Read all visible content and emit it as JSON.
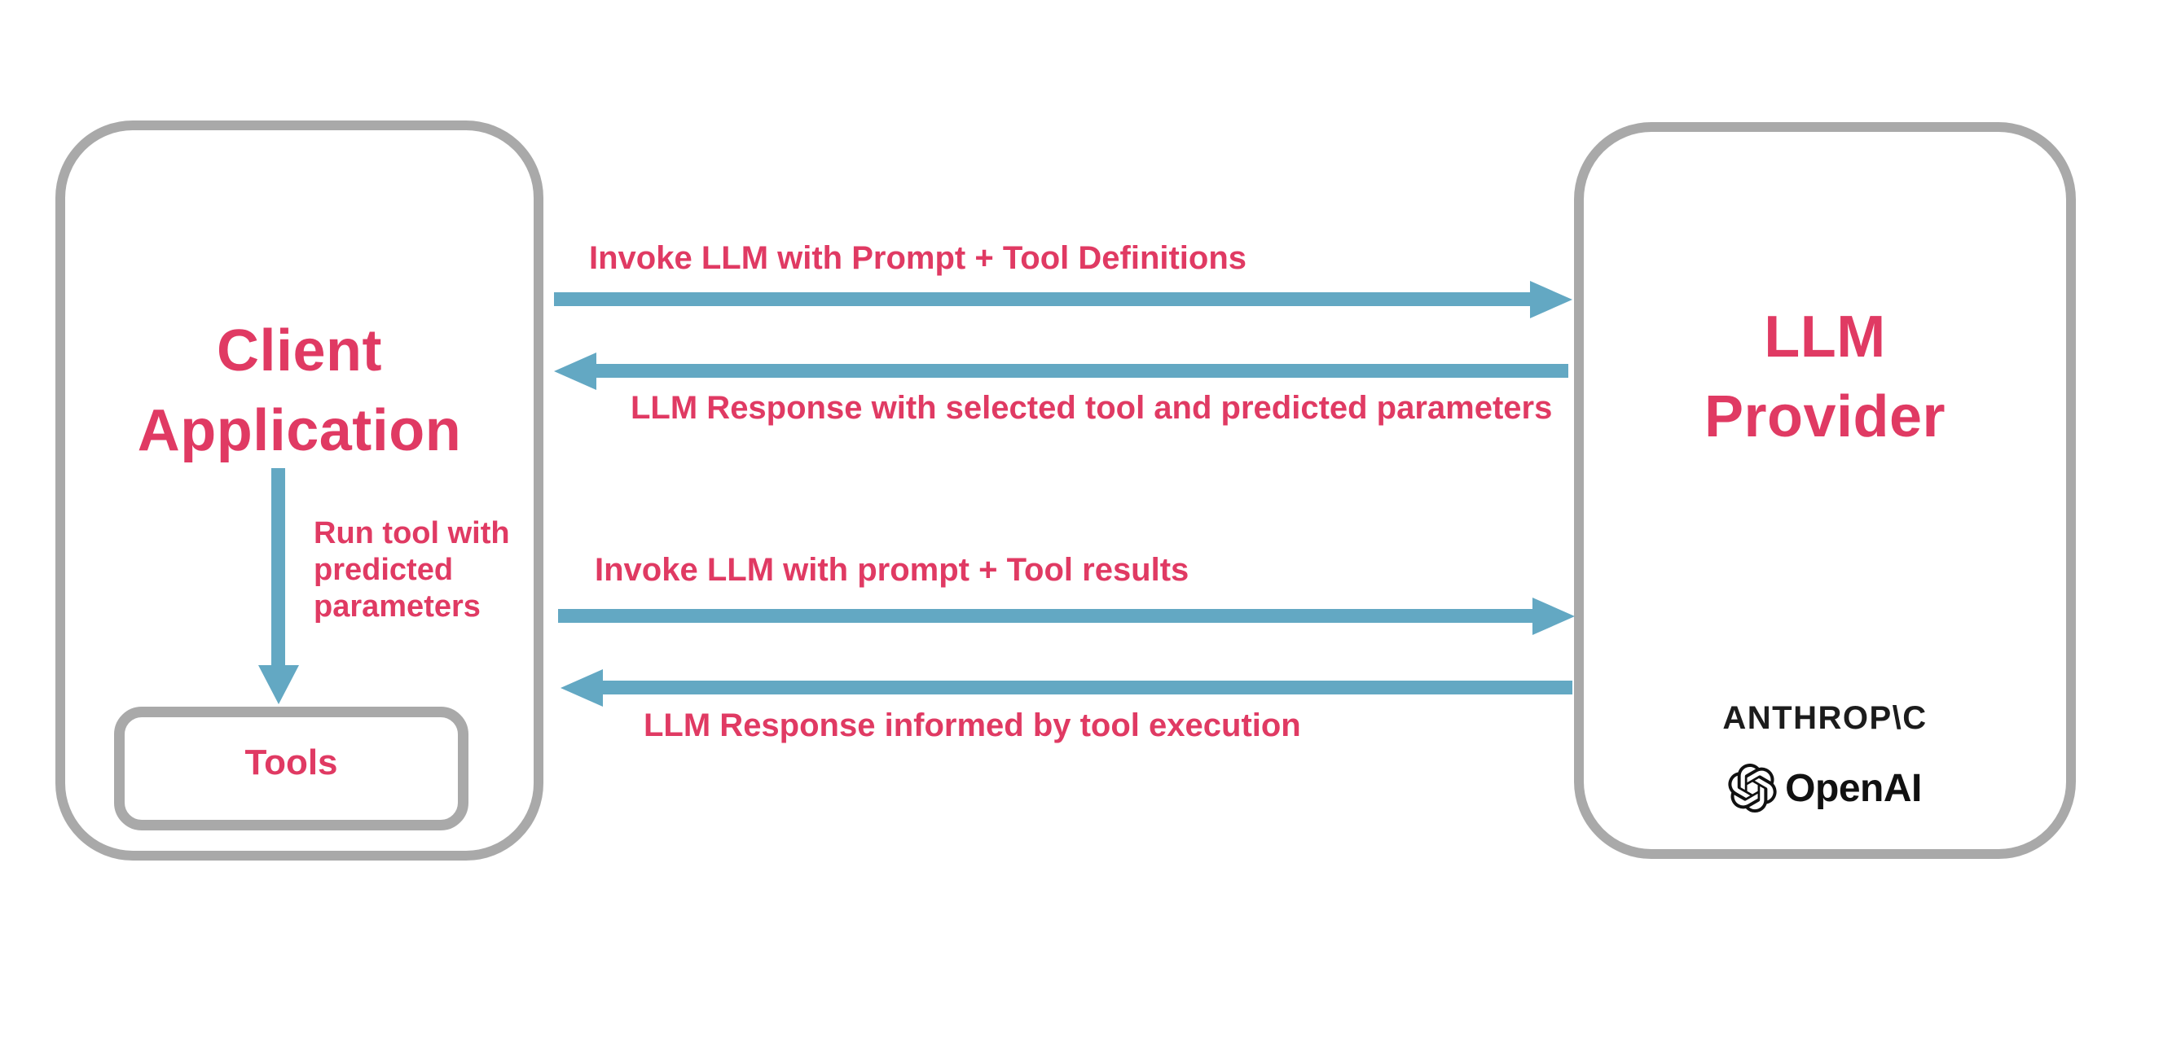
{
  "diagram": {
    "client_box": {
      "title_line1": "Client",
      "title_line2": "Application",
      "run_tool_note": {
        "line1": "Run tool with",
        "line2": "predicted",
        "line3": "parameters"
      },
      "tools_box_label": "Tools"
    },
    "llm_box": {
      "title_line1": "LLM",
      "title_line2": "Provider",
      "logos": {
        "anthropic_wordmark": "ANTHROP\\C",
        "openai_wordmark": "OpenAI",
        "openai_icon": "openai-logo"
      }
    },
    "messages": {
      "msg1": {
        "label": "Invoke LLM with Prompt + Tool Definitions",
        "direction": "right"
      },
      "msg2": {
        "label": "LLM Response with selected tool and predicted parameters",
        "direction": "left"
      },
      "msg3": {
        "label": "Invoke LLM with prompt + Tool results",
        "direction": "right"
      },
      "msg4": {
        "label": "LLM Response informed by tool execution",
        "direction": "left"
      }
    },
    "colors": {
      "accent_pink": "#E03A63",
      "arrow_blue": "#63A8C3",
      "border_gray": "#A9A9A9",
      "logo_black": "#1C1C1C",
      "background": "#FFFFFF"
    }
  }
}
